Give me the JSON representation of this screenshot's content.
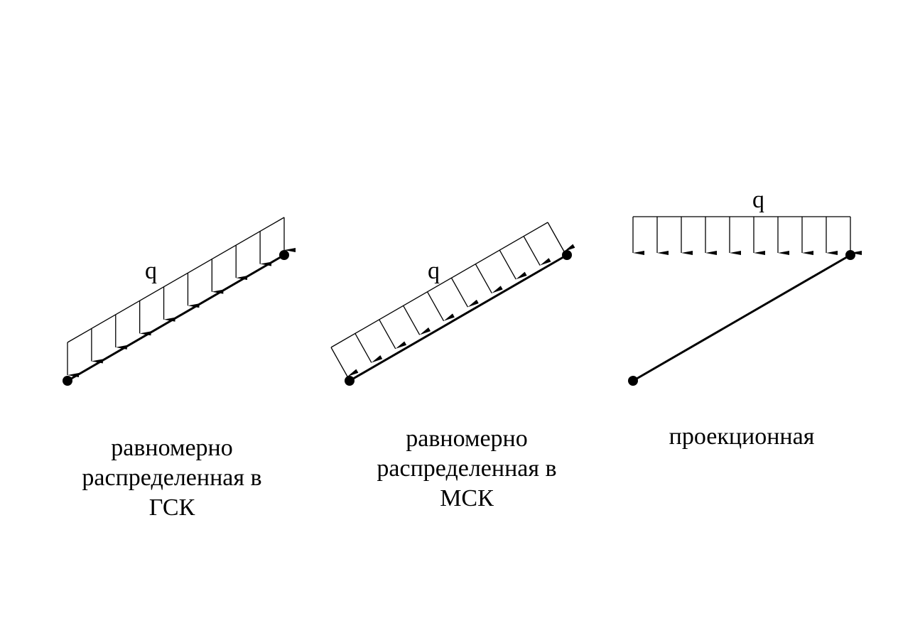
{
  "diagram": {
    "colors": {
      "ink": "#000000",
      "background": "#ffffff"
    },
    "panels": [
      {
        "id": "gsk",
        "load_label": "q",
        "caption_lines": [
          "равномерно",
          "распределенная в",
          "ГСК"
        ]
      },
      {
        "id": "msk",
        "load_label": "q",
        "caption_lines": [
          "равномерно",
          "распределенная в",
          "МСК"
        ]
      },
      {
        "id": "projection",
        "load_label": "q",
        "caption_lines": [
          "проекционная"
        ]
      }
    ]
  }
}
